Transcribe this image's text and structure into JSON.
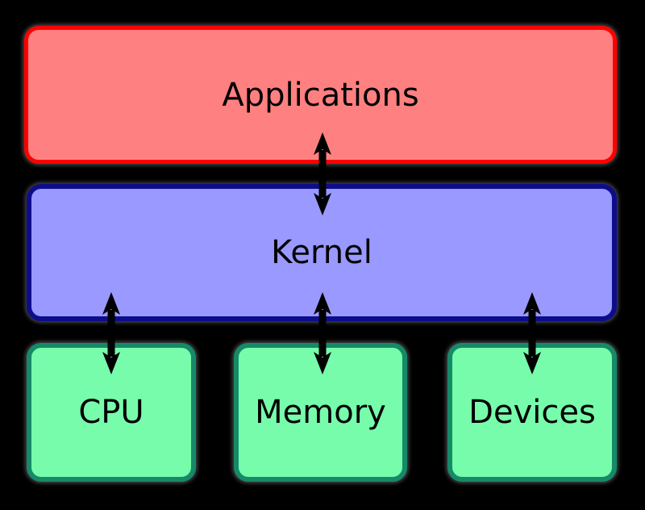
{
  "page": {
    "background": "#000000"
  },
  "diagram": {
    "type": "block-diagram",
    "nodes": {
      "applications": {
        "label": "Applications",
        "fill": "#ff8080",
        "border": "#ff0000",
        "text_color": "#000000"
      },
      "kernel": {
        "label": "Kernel",
        "fill": "#9999ff",
        "border": "#0d0d8c",
        "text_color": "#000000"
      },
      "cpu": {
        "label": "CPU",
        "fill": "#77fcab",
        "border": "#158a68",
        "text_color": "#000000"
      },
      "memory": {
        "label": "Memory",
        "fill": "#77fcab",
        "border": "#158a68",
        "text_color": "#000000"
      },
      "devices": {
        "label": "Devices",
        "fill": "#77fcab",
        "border": "#158a68",
        "text_color": "#000000"
      }
    },
    "edges": [
      {
        "from": "applications",
        "to": "kernel",
        "style": "double-arrow",
        "color": "#000000"
      },
      {
        "from": "kernel",
        "to": "cpu",
        "style": "double-arrow",
        "color": "#000000"
      },
      {
        "from": "kernel",
        "to": "memory",
        "style": "double-arrow",
        "color": "#000000"
      },
      {
        "from": "kernel",
        "to": "devices",
        "style": "double-arrow",
        "color": "#000000"
      }
    ]
  }
}
